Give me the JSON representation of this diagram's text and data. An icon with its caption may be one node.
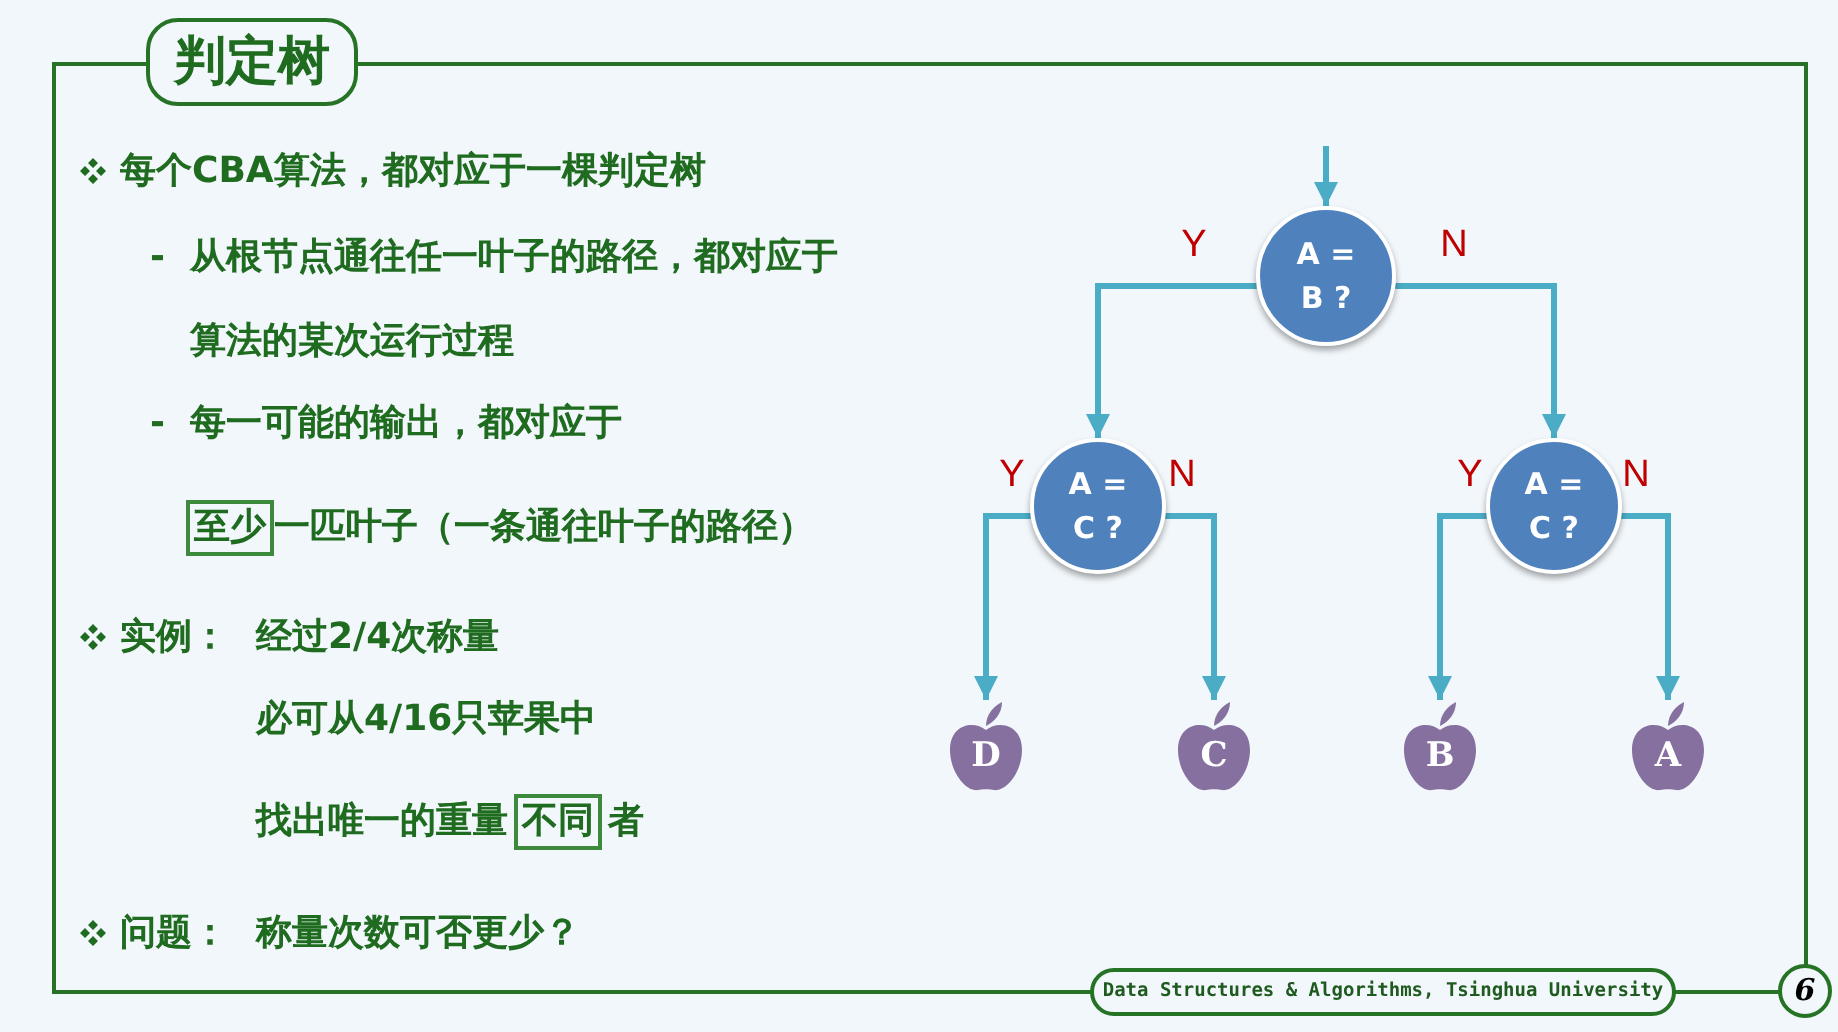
{
  "diagram": {
    "title": "判定树",
    "nodes": [
      {
        "text": [
          "至少"
        ]
      },
      {
        "text": [
          "不同"
        ]
      },
      {
        "text": [
          "A = B ?"
        ]
      },
      {
        "text": [
          "A = C ?"
        ]
      },
      {
        "text": [
          "A = C ?"
        ]
      },
      {
        "text": [
          "D"
        ]
      },
      {
        "text": [
          "C"
        ]
      },
      {
        "text": [
          "B"
        ]
      },
      {
        "text": [
          "A"
        ]
      },
      {
        "text": [
          "Data Structures & Algorithms, Tsinghua University"
        ]
      },
      {
        "text": [
          "6"
        ]
      }
    ],
    "edges": [
      {
        "from": null,
        "to": 2,
        "arrow": "to"
      },
      {
        "from": 2,
        "to": 3,
        "arrow": "to",
        "label": "Y"
      },
      {
        "from": 2,
        "to": 4,
        "arrow": "to",
        "label": "N"
      },
      {
        "from": 3,
        "to": 5,
        "arrow": "to",
        "label": "Y"
      },
      {
        "from": 3,
        "to": 6,
        "arrow": "to",
        "label": "N"
      },
      {
        "from": 4,
        "to": 7,
        "arrow": "to",
        "label": "Y"
      },
      {
        "from": 4,
        "to": 8,
        "arrow": "to",
        "label": "N"
      }
    ],
    "labels": [
      "每个CBA算法，都对应于一棵判定树",
      "-",
      "从根节点通往任一叶子的路径，都对应于算法的某次运行过程",
      "-",
      "每一可能的输出，都对应于",
      "一匹叶子（一条通往叶子的路径）",
      "实例：",
      "经过2/4次称量",
      "必可从4/16只苹果中",
      "找出唯一的重量",
      "者",
      "问题：",
      "称量次数可否更少？"
    ]
  }
}
